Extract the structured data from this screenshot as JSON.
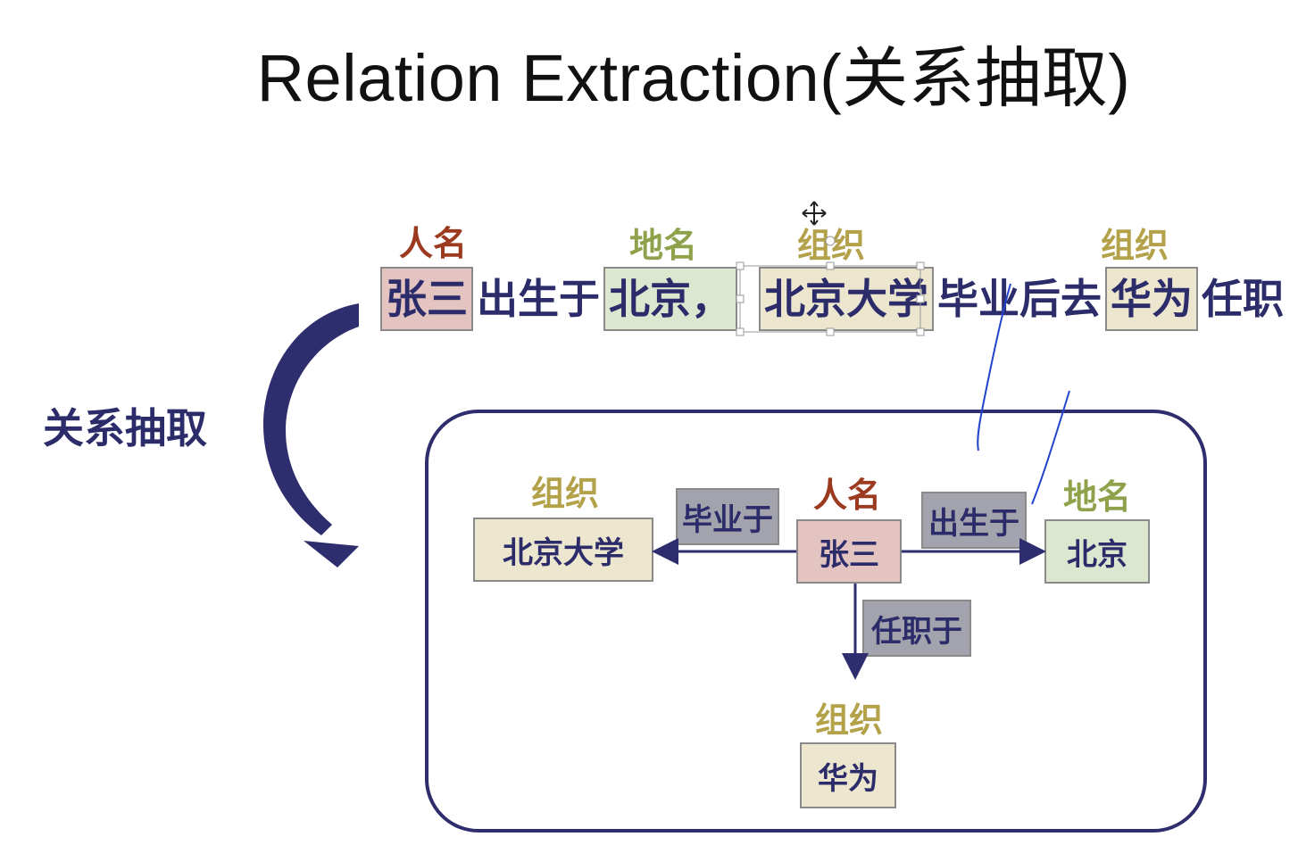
{
  "title": "Relation Extraction(关系抽取)",
  "colors": {
    "person": "#9c3a1f",
    "location": "#8fa24b",
    "organization": "#b3a24a",
    "text": "#2c2c6a",
    "person_fill": "#e3c4c0",
    "location_fill": "#dde7d0",
    "organization_fill": "#ece6cf",
    "relation_fill": "#a3a3ad",
    "frame": "#2e2e6e"
  },
  "sentence": {
    "labels": {
      "person": "人名",
      "location": "地名",
      "org1": "组织",
      "org2": "组织"
    },
    "tokens": {
      "t1": "张三",
      "t2": "出生于",
      "t3": "北京，",
      "t4": "北京大学",
      "t5": "毕业后去",
      "t6": "华为",
      "t7": "任职"
    }
  },
  "side_label": "关系抽取",
  "graph": {
    "labels": {
      "org_left": "组织",
      "person": "人名",
      "location": "地名",
      "org_bottom": "组织"
    },
    "nodes": {
      "beida": "北京大学",
      "zhangsan": "张三",
      "beijing": "北京",
      "huawei": "华为"
    },
    "relations": {
      "graduated": "毕业于",
      "born": "出生于",
      "works": "任职于"
    }
  }
}
